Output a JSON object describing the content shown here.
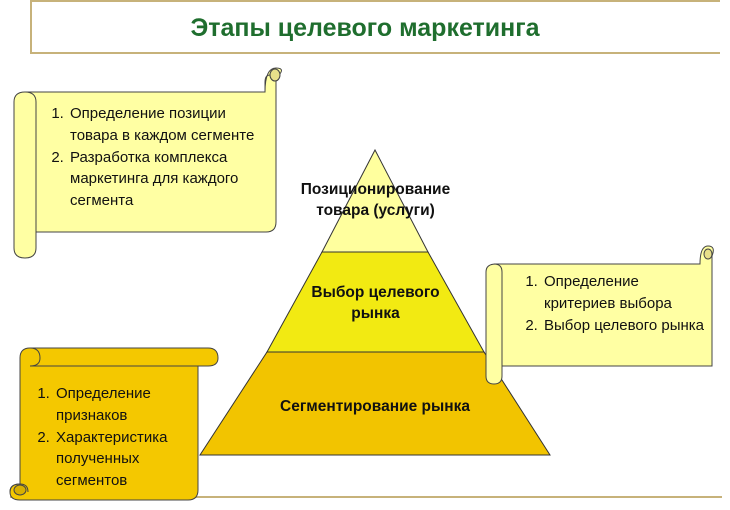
{
  "title": "Этапы целевого маркетинга",
  "pyramid": [
    {
      "label": "Позиционирование товара (услуги)",
      "color": "#ffff9e"
    },
    {
      "label": "Выбор целевого рынка",
      "color": "#f2ea12"
    },
    {
      "label": "Сегментирование рынка",
      "color": "#f2c400"
    }
  ],
  "notes": {
    "top_left": {
      "items": [
        "Определение позиции товара в каждом сегменте",
        "Разработка комплекса маркетинга для каждого сегмента"
      ],
      "color": "#ffffa3"
    },
    "right": {
      "items": [
        "Определение критериев выбора",
        "Выбор целевого рынка"
      ],
      "color": "#ffffa3"
    },
    "bottom_left": {
      "items": [
        "Определение признаков",
        "Характеристика полученных сегментов"
      ],
      "color": "#f4c800"
    }
  },
  "colors": {
    "title": "#1f6e2e",
    "outline": "#333333",
    "rule": "#c7b27a"
  }
}
